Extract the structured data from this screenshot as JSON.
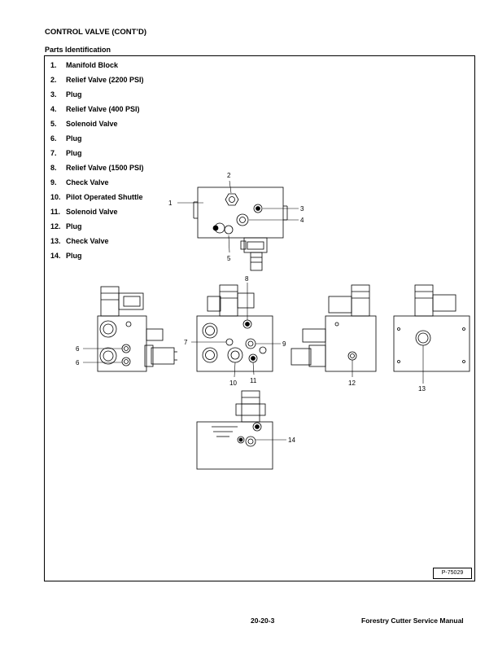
{
  "header": {
    "section_title": "CONTROL VALVE (CONT’D)",
    "subtitle": "Parts Identification"
  },
  "parts": [
    {
      "num": "1.",
      "name": "Manifold Block"
    },
    {
      "num": "2.",
      "name": "Relief Valve (2200 PSI)"
    },
    {
      "num": "3.",
      "name": "Plug"
    },
    {
      "num": "4.",
      "name": "Relief Valve (400 PSI)"
    },
    {
      "num": "5.",
      "name": "Solenoid Valve"
    },
    {
      "num": "6.",
      "name": "Plug"
    },
    {
      "num": "7.",
      "name": "Plug"
    },
    {
      "num": "8.",
      "name": "Relief Valve (1500 PSI)"
    },
    {
      "num": "9.",
      "name": "Check Valve"
    },
    {
      "num": "10.",
      "name": "Pilot Operated Shuttle"
    },
    {
      "num": "11.",
      "name": "Solenoid Valve"
    },
    {
      "num": "12.",
      "name": "Plug"
    },
    {
      "num": "13.",
      "name": "Check Valve"
    },
    {
      "num": "14.",
      "name": "Plug"
    }
  ],
  "callouts": {
    "c1": "1",
    "c2": "2",
    "c3": "3",
    "c4": "4",
    "c5": "5",
    "c6a": "6",
    "c6b": "6",
    "c7": "7",
    "c8": "8",
    "c9": "9",
    "c10": "10",
    "c11": "11",
    "c12": "12",
    "c13": "13",
    "c14": "14"
  },
  "figure_id": "P-75029",
  "footer": {
    "page_number": "20-20-3",
    "manual_title": "Forestry Cutter Service Manual"
  }
}
